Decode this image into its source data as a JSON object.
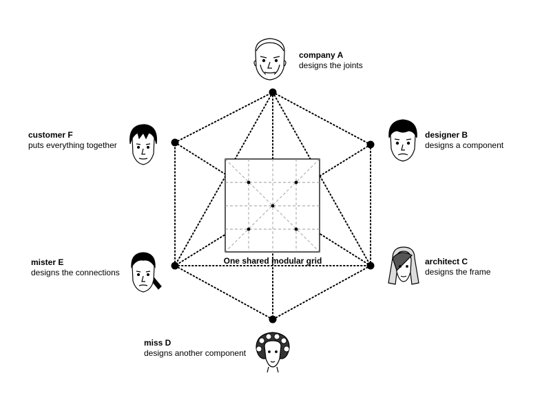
{
  "grid_caption": "One shared modular grid",
  "actors": [
    {
      "id": "company-a",
      "name": "company A",
      "role": "designs the joints"
    },
    {
      "id": "designer-b",
      "name": "designer B",
      "role": "designs a component"
    },
    {
      "id": "architect-c",
      "name": "architect C",
      "role": "designs the frame"
    },
    {
      "id": "miss-d",
      "name": "miss D",
      "role": "designs another component"
    },
    {
      "id": "mister-e",
      "name": "mister E",
      "role": "designs the connections"
    },
    {
      "id": "customer-f",
      "name": "customer F",
      "role": "puts everything together"
    }
  ],
  "colors": {
    "ink": "#000000",
    "grid_dash": "#9a9a9a",
    "background": "#ffffff"
  }
}
